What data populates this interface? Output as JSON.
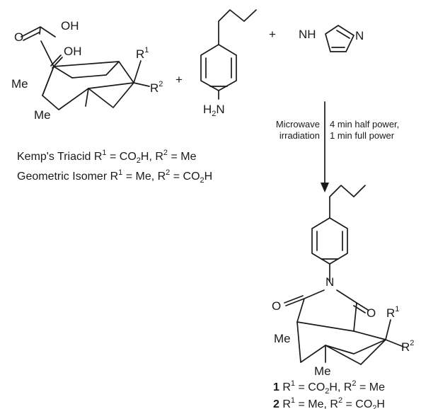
{
  "colors": {
    "ink": "#1a1a1a",
    "background": "#ffffff"
  },
  "reactant1": {
    "caption_line1": {
      "label": "Kemp's Triacid R",
      "s1": "1",
      "mid": " = CO",
      "sub": "2",
      "mid2": "H, R",
      "s2": "2",
      "end": " = Me"
    },
    "caption_line2": {
      "label": "Geometric Isomer R",
      "s1": "1",
      "mid": " = Me, R",
      "s2": "2",
      "mid2": " = CO",
      "sub": "2",
      "end": "H"
    },
    "atoms": {
      "o1": "O",
      "oh1": "OH",
      "oh2": "OH",
      "me1": "Me",
      "me2": "Me",
      "r": "R",
      "r1_sup": "1",
      "r2_sup": "2"
    }
  },
  "plus_sign": "+",
  "reactant2": {
    "h2n": "H",
    "h2n_sub": "2",
    "n": "N"
  },
  "reactant3": {
    "nh": "NH",
    "n": "N"
  },
  "conditions": {
    "left_line1": "Microwave",
    "left_line2": "irradiation",
    "right_line1": "4 min half power,",
    "right_line2": "1 min full power"
  },
  "product": {
    "atoms": {
      "n": "N",
      "o1": "O",
      "o2": "O",
      "me1": "Me",
      "me2": "Me",
      "r": "R",
      "r1_sup": "1",
      "r2_sup": "2"
    },
    "label1": {
      "num": "1",
      "a": " R",
      "s1": "1",
      "b": " = CO",
      "sub": "2",
      "c": "H, R",
      "s2": "2",
      "d": " = Me"
    },
    "label2": {
      "num": "2",
      "a": " R",
      "s1": "1",
      "b": " = Me, R",
      "s2": "2",
      "c": " = CO",
      "sub": "2",
      "d": "H"
    }
  }
}
